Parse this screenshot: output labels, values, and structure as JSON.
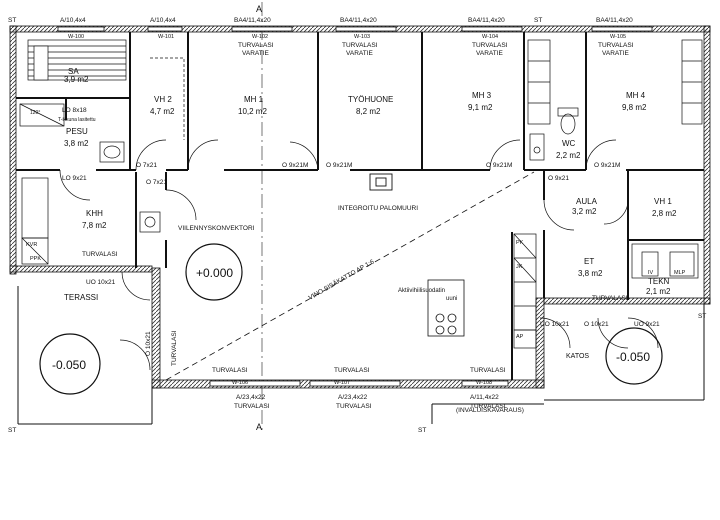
{
  "rooms": {
    "sauna": {
      "name": "SA",
      "area": "3,9 m2"
    },
    "vh2": {
      "name": "VH 2",
      "area": "4,7 m2"
    },
    "mh1": {
      "name": "MH 1",
      "area": "10,2 m2"
    },
    "tyohuone": {
      "name": "TYÖHUONE",
      "area": "8,2 m2"
    },
    "mh3": {
      "name": "MH 3",
      "area": "9,1 m2"
    },
    "mh4": {
      "name": "MH 4",
      "area": "9,8 m2"
    },
    "pesu": {
      "name": "PESU",
      "area": "3,8 m2"
    },
    "wc": {
      "name": "WC",
      "area": "2,2 m2"
    },
    "aula": {
      "name": "AULA",
      "area": "3,2 m2"
    },
    "vh1": {
      "name": "VH 1",
      "area": "2,8 m2"
    },
    "khh": {
      "name": "KHH",
      "area": "7,8 m2"
    },
    "et": {
      "name": "ET",
      "area": "3,8 m2"
    },
    "tekn": {
      "name": "TEKN",
      "area": "2,1 m2"
    },
    "terassi": {
      "name": "TERASSI"
    },
    "katos": {
      "name": "KATOS"
    }
  },
  "levels": {
    "main": "+0.000",
    "terassi": "-0.050",
    "katos": "-0.050"
  },
  "windows": {
    "top": [
      {
        "size": "A/10,4x4",
        "tag": "W-100"
      },
      {
        "size": "A/10,4x4",
        "tag": "W-101"
      },
      {
        "size": "BA4/11,4x20",
        "tag": "W-102"
      },
      {
        "size": "BA4/11,4x20",
        "tag": "W-103"
      },
      {
        "size": "BA4/11,4x20",
        "tag": "W-104"
      },
      {
        "size": "BA4/11,4x20",
        "tag": "W-105"
      }
    ],
    "bottom": [
      {
        "size": "A/23,4x22",
        "tag": "W-106"
      },
      {
        "size": "A/23,4x22",
        "tag": "W-107"
      },
      {
        "size": "A/11,4x22",
        "tag": "W-108"
      }
    ]
  },
  "doors": {
    "d7x21": "O 7x21",
    "d9x21": "O 9x21M",
    "lo9x21": "LO 9x21",
    "uo10x21": "UO 10x21",
    "o10x21": "O 10x21",
    "o9x21": "O 9x21",
    "uo9x21": "UO 9x21",
    "lo8x18": "LO 8x18",
    "pesu_d": "O 7x21"
  },
  "labels": {
    "turvalasi": "TURVALASI",
    "varatie": "VARATIE",
    "palomuuri": "INTEGROITU PALOMUURI",
    "viilennys": "VIILENNYSKONVEKTORI",
    "vino": "VINO SISÄKATTO AP 1:6",
    "aktiivi": "Aktiivihiilisuodatin",
    "uuni": "uuni",
    "invaluiska": "(INVALUISKAVARAUS)",
    "st": "ST",
    "kvr": "KVR",
    "ppk": "PPK",
    "iv": "IV",
    "mlp": "MLP",
    "pk": "PK",
    "jk": "JK",
    "ap": "AP",
    "a": "A",
    "t_ikkuna": "T-ikkuna lasitettu",
    "sa_120": "120°"
  }
}
